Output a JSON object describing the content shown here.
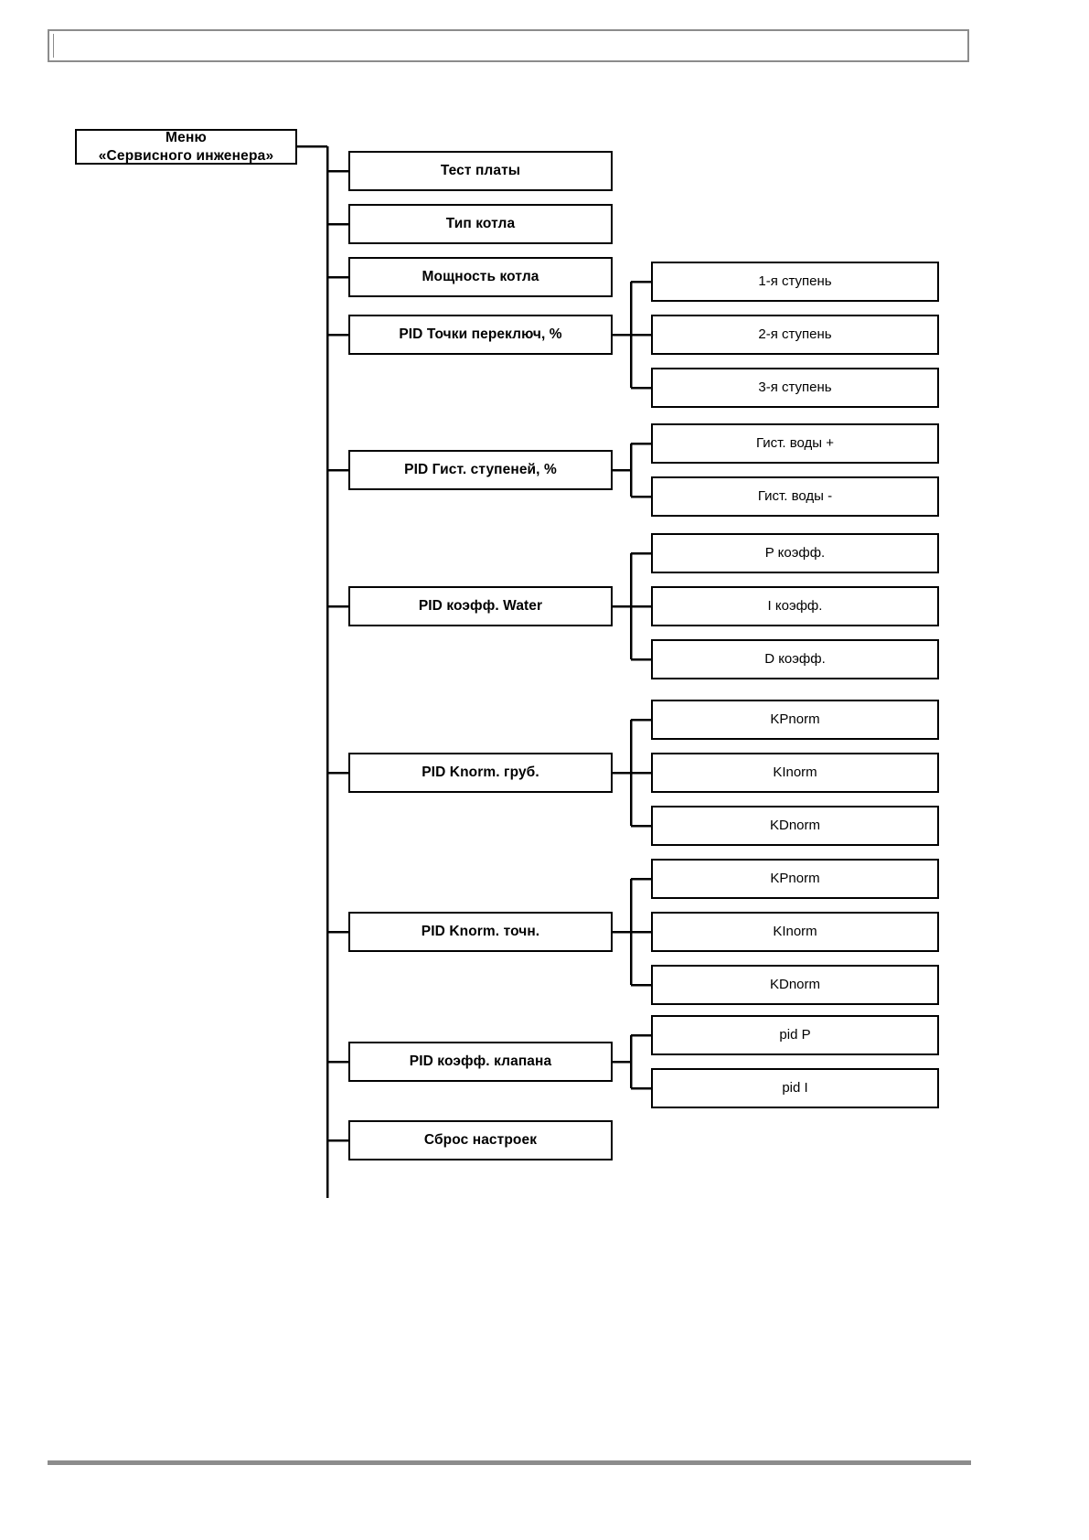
{
  "page": {
    "header_text": "",
    "background_color": "#ffffff",
    "line_color": "#000000",
    "rule_color": "#8c8c8c"
  },
  "diagram": {
    "type": "tree-menu-map",
    "root": {
      "line1": "Меню",
      "line2": "«Сервисного инженера»"
    },
    "items": [
      {
        "label": "Тест платы",
        "children": []
      },
      {
        "label": "Тип котла",
        "children": []
      },
      {
        "label": "Мощность котла",
        "children": []
      },
      {
        "label": "PID Точки переключ, %",
        "children": [
          "1-я ступень",
          "2-я ступень",
          "3-я ступень"
        ]
      },
      {
        "label": "PID Гист. ступеней, %",
        "children": [
          "Гист. воды +",
          "Гист. воды -"
        ]
      },
      {
        "label": "PID коэфф. Water",
        "children": [
          "P коэфф.",
          "I коэфф.",
          "D коэфф."
        ]
      },
      {
        "label": "PID Knorm. груб.",
        "children": [
          "KPnorm",
          "KInorm",
          "KDnorm"
        ]
      },
      {
        "label": "PID Knorm. точн.",
        "children": [
          "KPnorm",
          "KInorm",
          "KDnorm"
        ]
      },
      {
        "label": "PID коэфф. клапана",
        "children": [
          "pid P",
          "pid I"
        ]
      },
      {
        "label": "Сброс настроек",
        "children": []
      }
    ]
  }
}
